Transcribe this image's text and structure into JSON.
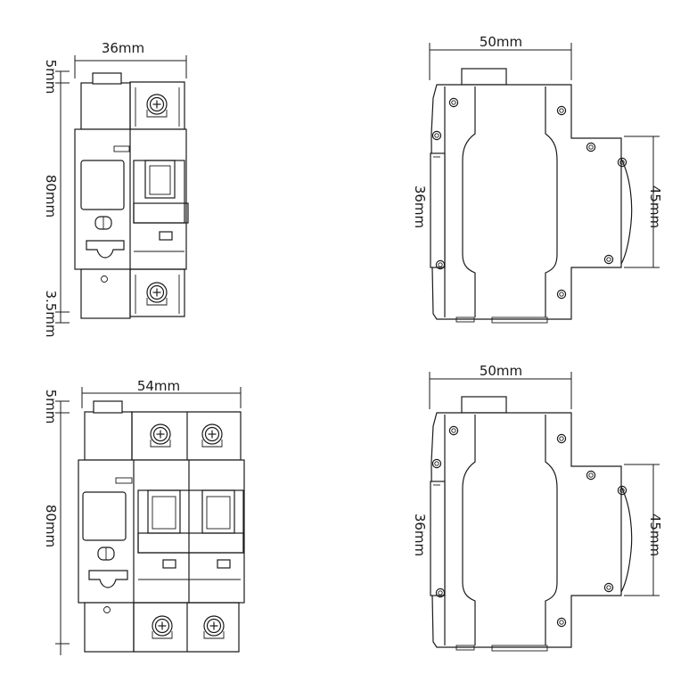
{
  "dimensions": {
    "single_front_width": "36mm",
    "single_top_height": "5mm",
    "single_body_height": "80mm",
    "single_bottom_height": "3.5mm",
    "double_front_width": "54mm",
    "double_top_height": "5mm",
    "double_body_height": "80mm",
    "side_top_depth": "50mm",
    "side_top_rail": "36mm",
    "side_top_step": "45mm",
    "side_bottom_depth": "50mm",
    "side_bottom_rail": "36mm",
    "side_bottom_step": "45mm"
  },
  "colors": {
    "line": "#1a1a1a",
    "background": "#ffffff"
  },
  "icons": {
    "terminal": "screw-terminal-icon",
    "hole": "mounting-hole-icon"
  }
}
